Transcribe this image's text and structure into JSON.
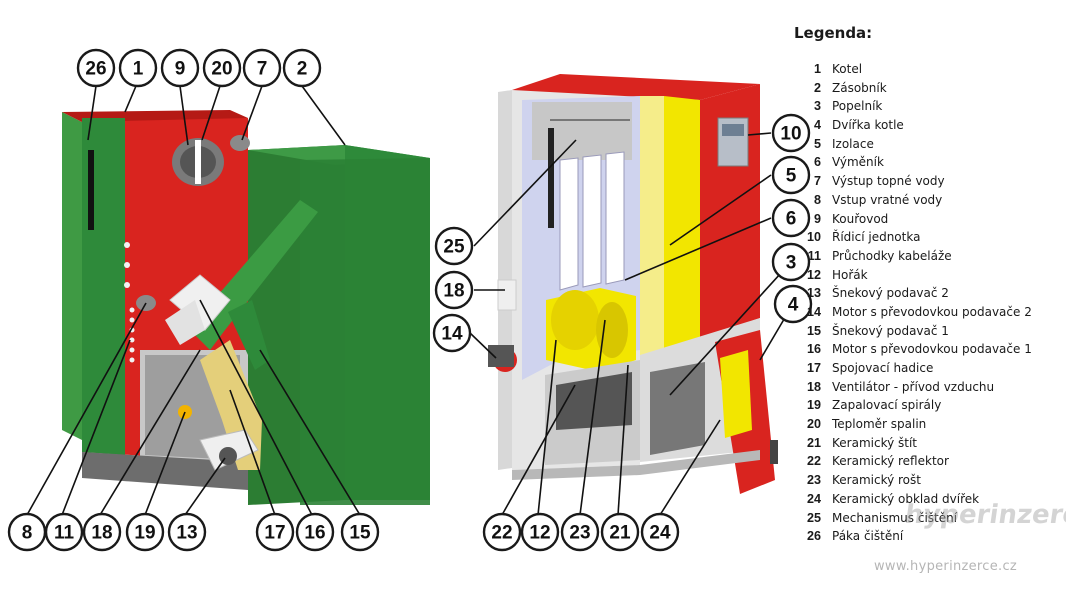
{
  "legend": {
    "title": "Legenda:",
    "items": [
      {
        "num": "1",
        "text": "Kotel"
      },
      {
        "num": "2",
        "text": "Zásobník"
      },
      {
        "num": "3",
        "text": "Popelník"
      },
      {
        "num": "4",
        "text": "Dvířka kotle"
      },
      {
        "num": "5",
        "text": "Izolace"
      },
      {
        "num": "6",
        "text": "Výměník"
      },
      {
        "num": "7",
        "text": "Výstup topné vody"
      },
      {
        "num": "8",
        "text": "Vstup vratné vody"
      },
      {
        "num": "9",
        "text": "Kouřovod"
      },
      {
        "num": "10",
        "text": "Řídicí jednotka"
      },
      {
        "num": "11",
        "text": "Průchodky kabeláže"
      },
      {
        "num": "12",
        "text": "Hořák"
      },
      {
        "num": "13",
        "text": "Šnekový podavač 2"
      },
      {
        "num": "14",
        "text": "Motor s převodovkou podavače 2"
      },
      {
        "num": "15",
        "text": "Šnekový podavač 1"
      },
      {
        "num": "16",
        "text": "Motor s převodovkou podavače 1"
      },
      {
        "num": "17",
        "text": "Spojovací hadice"
      },
      {
        "num": "18",
        "text": "Ventilátor - přívod vzduchu"
      },
      {
        "num": "19",
        "text": "Zapalovací spirály"
      },
      {
        "num": "20",
        "text": "Teploměr spalin"
      },
      {
        "num": "21",
        "text": "Keramický štít"
      },
      {
        "num": "22",
        "text": "Keramický reflektor"
      },
      {
        "num": "23",
        "text": "Keramický rošt"
      },
      {
        "num": "24",
        "text": "Keramický obklad dvířek"
      },
      {
        "num": "25",
        "text": "Mechanismus čištění"
      },
      {
        "num": "26",
        "text": "Páka čištění"
      }
    ]
  },
  "callouts_top_left": [
    "26",
    "1",
    "9",
    "20",
    "7",
    "2"
  ],
  "callouts_bottom_left": [
    "8",
    "11",
    "18",
    "19",
    "13",
    "17",
    "16",
    "15"
  ],
  "callouts_right_side": [
    "10",
    "5",
    "6",
    "3",
    "4",
    "25",
    "18",
    "14"
  ],
  "callouts_bottom_right": [
    "22",
    "12",
    "23",
    "21",
    "24"
  ],
  "watermark": "hyperinzerce",
  "url": "www.hyperinzerce.cz",
  "colors": {
    "boiler_red": "#d9241f",
    "hopper_green": "#2e8a3a",
    "insulation_yellow": "#f2e600",
    "inner_lilac": "#cfd3ee",
    "casing_grey": "#b8b8b8"
  }
}
